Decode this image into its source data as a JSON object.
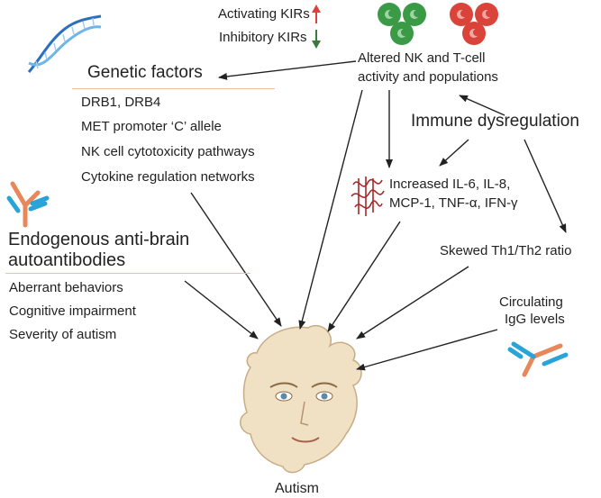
{
  "kir": {
    "activating_label": "Activating KIRs",
    "inhibitory_label": "Inhibitory KIRs",
    "activating_icon": "red-up-arrow-icon",
    "inhibitory_icon": "green-down-arrow-icon"
  },
  "nk_tcell": {
    "line1": "Altered NK and T-cell",
    "line2": "activity and populations",
    "nk_cell_color": "#3a9a46",
    "t_cell_color": "#d9433a"
  },
  "genetic": {
    "title": "Genetic factors",
    "items": [
      "DRB1, DRB4",
      "MET promoter ‘C’ allele",
      "NK cell cytotoxicity pathways",
      "Cytokine regulation networks"
    ]
  },
  "immune": {
    "title": "Immune dysregulation"
  },
  "cytokines": {
    "line1": "Increased IL-6, IL-8,",
    "line2": "MCP-1, TNF-α, IFN-γ"
  },
  "skewed": {
    "label": "Skewed Th1/Th2 ratio"
  },
  "igg": {
    "line1": "Circulating",
    "line2": "IgG levels"
  },
  "autoantibodies": {
    "title_line1": "Endogenous anti-brain",
    "title_line2": "autoantibodies",
    "items": [
      "Aberrant behaviors",
      "Cognitive impairment",
      "Severity of autism"
    ]
  },
  "outcome": {
    "label": "Autism"
  },
  "colors": {
    "antibody_orange": "#e8875a",
    "antibody_blue": "#2aa4d8",
    "rule": "#e8c2a8",
    "arrow": "#222222"
  }
}
